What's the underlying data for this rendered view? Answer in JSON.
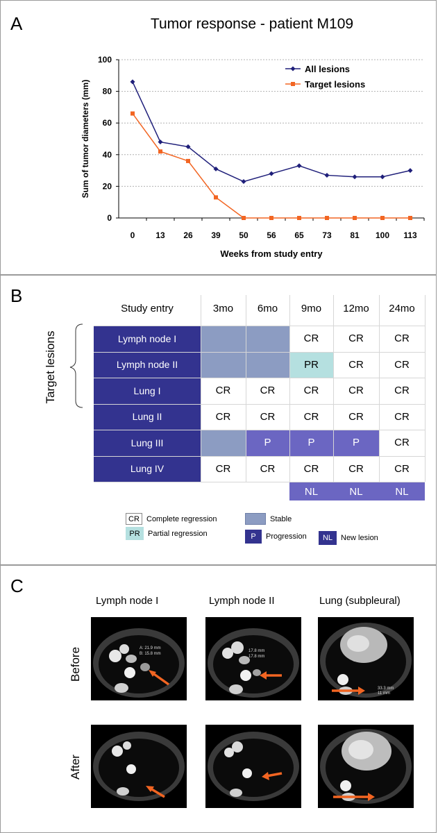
{
  "panel_a": {
    "letter": "A",
    "chart_data": {
      "type": "line",
      "title": "Tumor response  -  patient M109",
      "xlabel": "Weeks from study entry",
      "ylabel": "Sum of tumor diameters (mm)",
      "categories": [
        "0",
        "13",
        "26",
        "39",
        "50",
        "56",
        "65",
        "73",
        "81",
        "100",
        "113"
      ],
      "ylim": [
        0,
        100
      ],
      "yticks": [
        "0",
        "20",
        "40",
        "60",
        "80",
        "100"
      ],
      "grid": "horizontal dashed",
      "legend_position": "top-right",
      "series": [
        {
          "name": "All lesions",
          "color": "#1f1f7a",
          "marker": "diamond",
          "values": [
            86,
            48,
            45,
            31,
            23,
            28,
            33,
            27,
            26,
            26,
            30
          ]
        },
        {
          "name": "Target lesions",
          "color": "#f26522",
          "marker": "square",
          "values": [
            66,
            42,
            36,
            13,
            0,
            0,
            0,
            0,
            0,
            0,
            0
          ]
        }
      ]
    }
  },
  "panel_b": {
    "letter": "B",
    "bracket_label": "Target lesions",
    "header": [
      "Study entry",
      "3mo",
      "6mo",
      "9mo",
      "12mo",
      "24mo"
    ],
    "rows": [
      {
        "label": "Lymph node  I",
        "cells": [
          "",
          "",
          "CR",
          "CR",
          "CR"
        ],
        "states": [
          "stable",
          "stable",
          "none",
          "none",
          "none"
        ]
      },
      {
        "label": "Lymph node II",
        "cells": [
          "",
          "",
          "PR",
          "CR",
          "CR"
        ],
        "states": [
          "stable",
          "stable",
          "partial",
          "none",
          "none"
        ]
      },
      {
        "label": "Lung I",
        "cells": [
          "CR",
          "CR",
          "CR",
          "CR",
          "CR"
        ],
        "states": [
          "none",
          "none",
          "none",
          "none",
          "none"
        ]
      },
      {
        "label": "Lung II",
        "cells": [
          "CR",
          "CR",
          "CR",
          "CR",
          "CR"
        ],
        "states": [
          "none",
          "none",
          "none",
          "none",
          "none"
        ]
      },
      {
        "label": "Lung III",
        "cells": [
          "",
          "P",
          "P",
          "P",
          "CR"
        ],
        "states": [
          "stable",
          "progression",
          "progression",
          "progression",
          "none"
        ]
      },
      {
        "label": "Lung IV",
        "cells": [
          "CR",
          "CR",
          "CR",
          "CR",
          "CR"
        ],
        "states": [
          "none",
          "none",
          "none",
          "none",
          "none"
        ]
      }
    ],
    "new_lesion_row": [
      "",
      "",
      "NL",
      "NL",
      "NL"
    ],
    "legend": [
      {
        "code": "CR",
        "text": "Complete regression"
      },
      {
        "code": "PR",
        "text": "Partial regression"
      },
      {
        "code": "",
        "text": "Stable"
      },
      {
        "code": "P",
        "text": "Progression"
      },
      {
        "code": "NL",
        "text": "New lesion"
      }
    ],
    "colors": {
      "row_label": "#33338f",
      "stable": "#8c9cc2",
      "partial": "#b5e0e0",
      "progression": "#6b66c2",
      "new_lesion": "#6b66c2"
    }
  },
  "panel_c": {
    "letter": "C",
    "columns": [
      "Lymph node I",
      "Lymph node II",
      "Lung (subpleural)"
    ],
    "rows": [
      "Before",
      "After"
    ],
    "scan_annotations": {
      "before_1": [
        "A: 21.9 mm",
        "B: 15.8 mm"
      ],
      "before_2": [
        "17.8 mm",
        "17.8 mm"
      ],
      "before_3": [
        "33.3 mm",
        "11 mm"
      ]
    },
    "arrow_color": "#f26522"
  }
}
